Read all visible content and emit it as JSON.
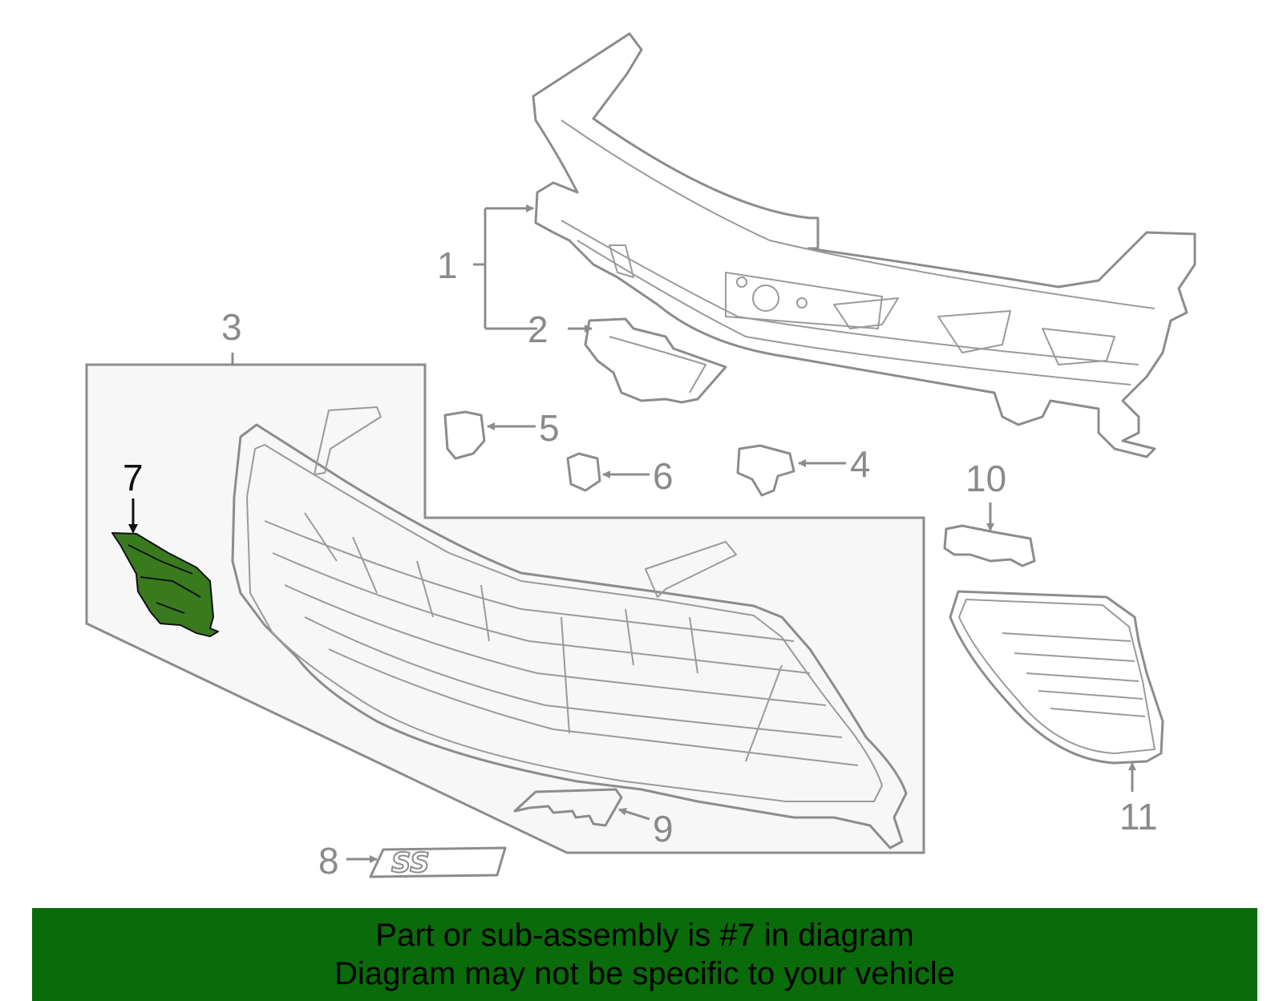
{
  "highlight_color": "#3a7a1f",
  "banner_color": "#0a6b0a",
  "callouts": {
    "c1": "1",
    "c2": "2",
    "c3": "3",
    "c4": "4",
    "c5": "5",
    "c6": "6",
    "c7": "7",
    "c8": "8",
    "c9": "9",
    "c10": "10",
    "c11": "11"
  },
  "highlighted_part": "7",
  "banner": {
    "line1": "Part or sub-assembly is #7 in diagram",
    "line2": "Diagram may not be specific to your vehicle"
  }
}
